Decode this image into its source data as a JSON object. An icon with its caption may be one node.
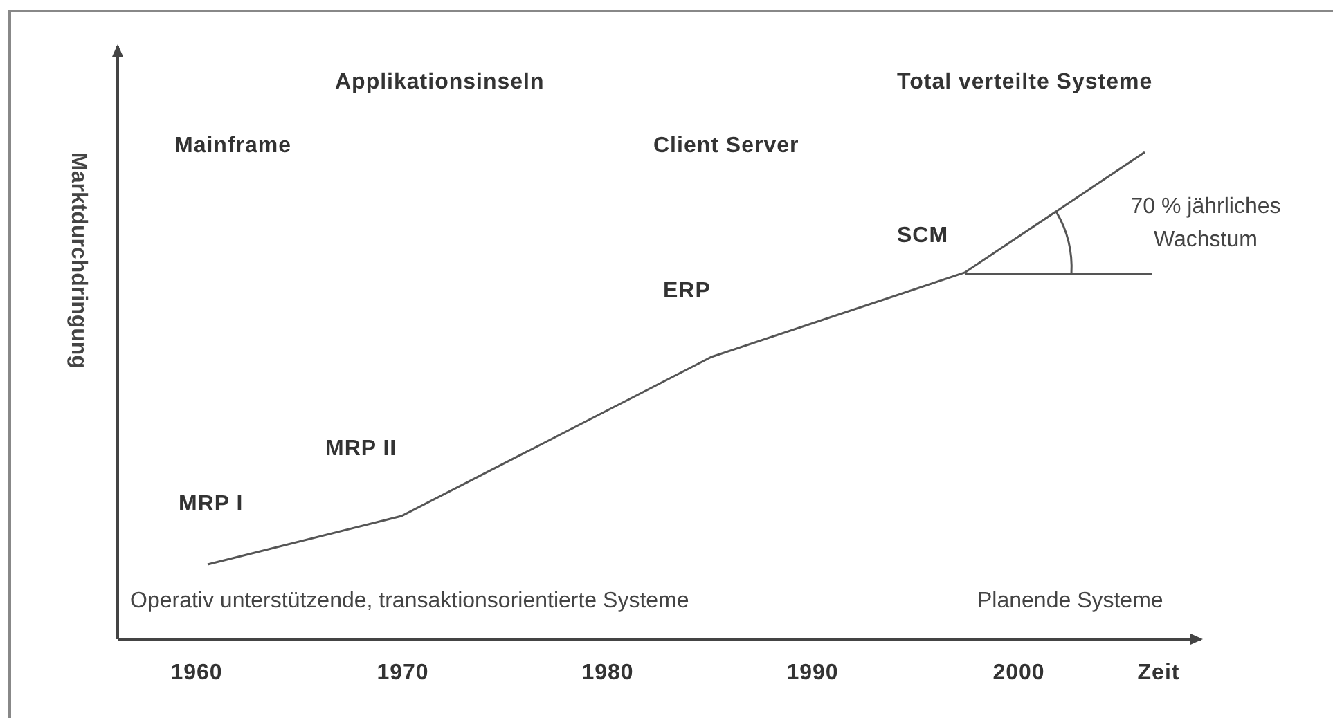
{
  "diagram": {
    "labels": [
      "Applikationsinseln",
      "Total verteilte Systeme",
      "Mainframe",
      "Client Server",
      "Marktdurchdringung",
      "70 % jährliches Wachstum",
      "SCM",
      "ERP",
      "MRP II",
      "MRP I",
      "Operativ unterstützende, transaktionsorientierte Systeme",
      "Planende Systeme",
      "1960",
      "1970",
      "1980",
      "1990",
      "2000",
      "Zeit"
    ]
  }
}
